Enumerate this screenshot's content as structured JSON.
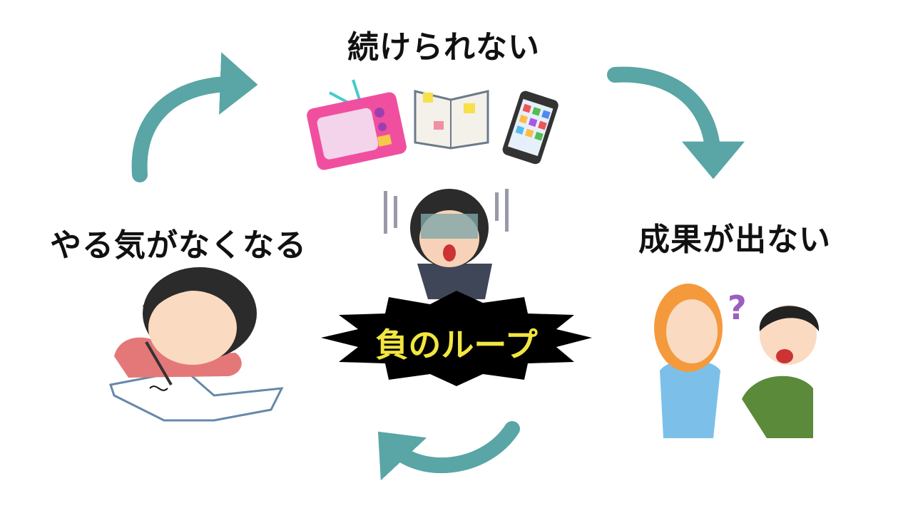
{
  "labels": {
    "top": "続けられない",
    "right": "成果が出ない",
    "left": "やる気がなくなる",
    "center": "負のループ"
  },
  "colors": {
    "arrow": "#5aa5a5",
    "burst": "#000000",
    "center_text": "#f2e640"
  },
  "icons": [
    "tv-icon",
    "book-icon",
    "smartphone-icon",
    "stressed-woman-illustration",
    "arguing-people-illustration",
    "sleeping-student-illustration"
  ]
}
